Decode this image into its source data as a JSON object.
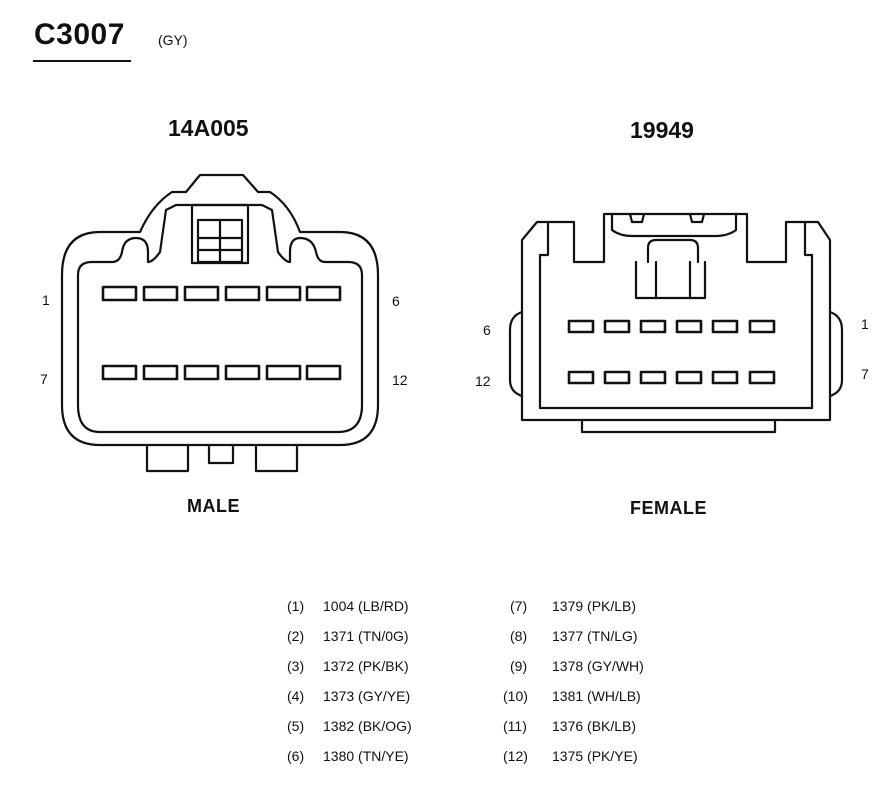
{
  "connector": {
    "id": "C3007",
    "color": "(GY)"
  },
  "male": {
    "part_number": "14A005",
    "label": "MALE",
    "pins": {
      "top_left": "1",
      "top_right": "6",
      "bottom_left": "7",
      "bottom_right": "12"
    }
  },
  "female": {
    "part_number": "19949",
    "label": "FEMALE",
    "pins": {
      "top_left": "6",
      "bottom_left": "12",
      "top_right": "1",
      "bottom_right": "7"
    }
  },
  "pinout": {
    "left": [
      {
        "pin": "(1)",
        "circuit": "1004 (LB/RD)"
      },
      {
        "pin": "(2)",
        "circuit": "1371 (TN/0G)"
      },
      {
        "pin": "(3)",
        "circuit": "1372 (PK/BK)"
      },
      {
        "pin": "(4)",
        "circuit": "1373 (GY/YE)"
      },
      {
        "pin": "(5)",
        "circuit": "1382 (BK/OG)"
      },
      {
        "pin": "(6)",
        "circuit": "1380 (TN/YE)"
      }
    ],
    "right": [
      {
        "pin": "(7)",
        "circuit": "1379 (PK/LB)"
      },
      {
        "pin": "(8)",
        "circuit": "1377 (TN/LG)"
      },
      {
        "pin": "(9)",
        "circuit": "1378 (GY/WH)"
      },
      {
        "pin": "(10)",
        "circuit": "1381 (WH/LB)"
      },
      {
        "pin": "(11)",
        "circuit": "1376 (BK/LB)"
      },
      {
        "pin": "(12)",
        "circuit": "1375 (PK/YE)"
      }
    ]
  }
}
